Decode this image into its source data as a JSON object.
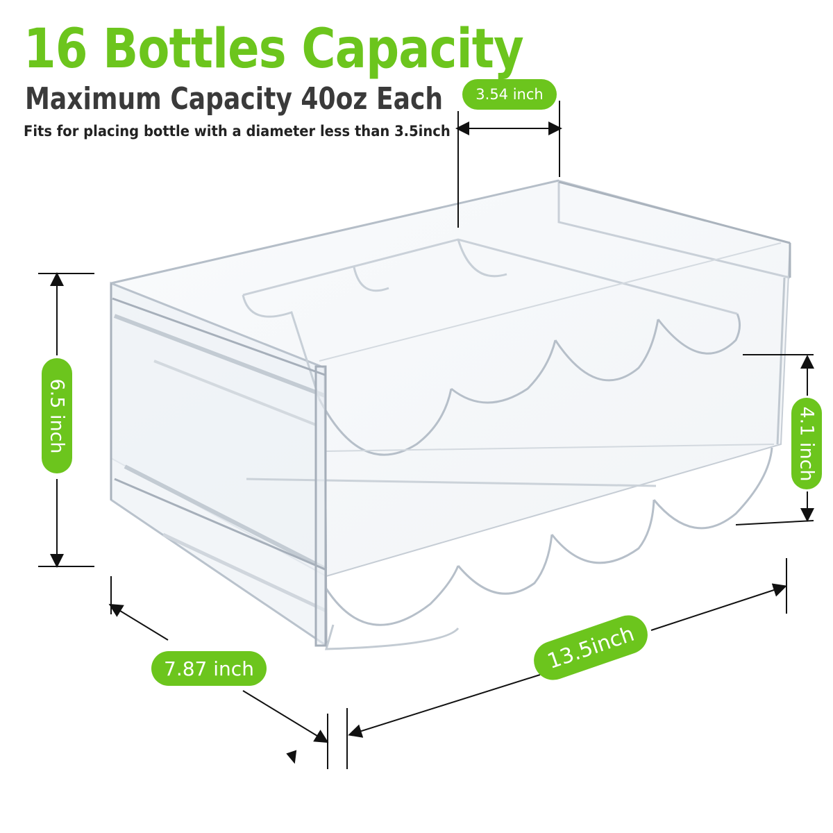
{
  "headline": "16 Bottles Capacity",
  "subheadline": "Maximum Capacity 40oz Each",
  "fit_note": "Fits for placing bottle with a diameter less than 3.5inch",
  "dimensions": {
    "slot_diameter": "3.54  inch",
    "height": "6.5 inch",
    "row_height": "4.1  inch",
    "depth": "7.87 inch",
    "width": "13.5inch"
  },
  "colors": {
    "accent_green": "#6cc51d",
    "heading_gray": "#3a3a3a",
    "rack_edge": "#b9c2cc"
  },
  "product": {
    "name": "clear-plastic-water-bottle-rack",
    "tiers": 2,
    "slots_per_tier": 4
  }
}
